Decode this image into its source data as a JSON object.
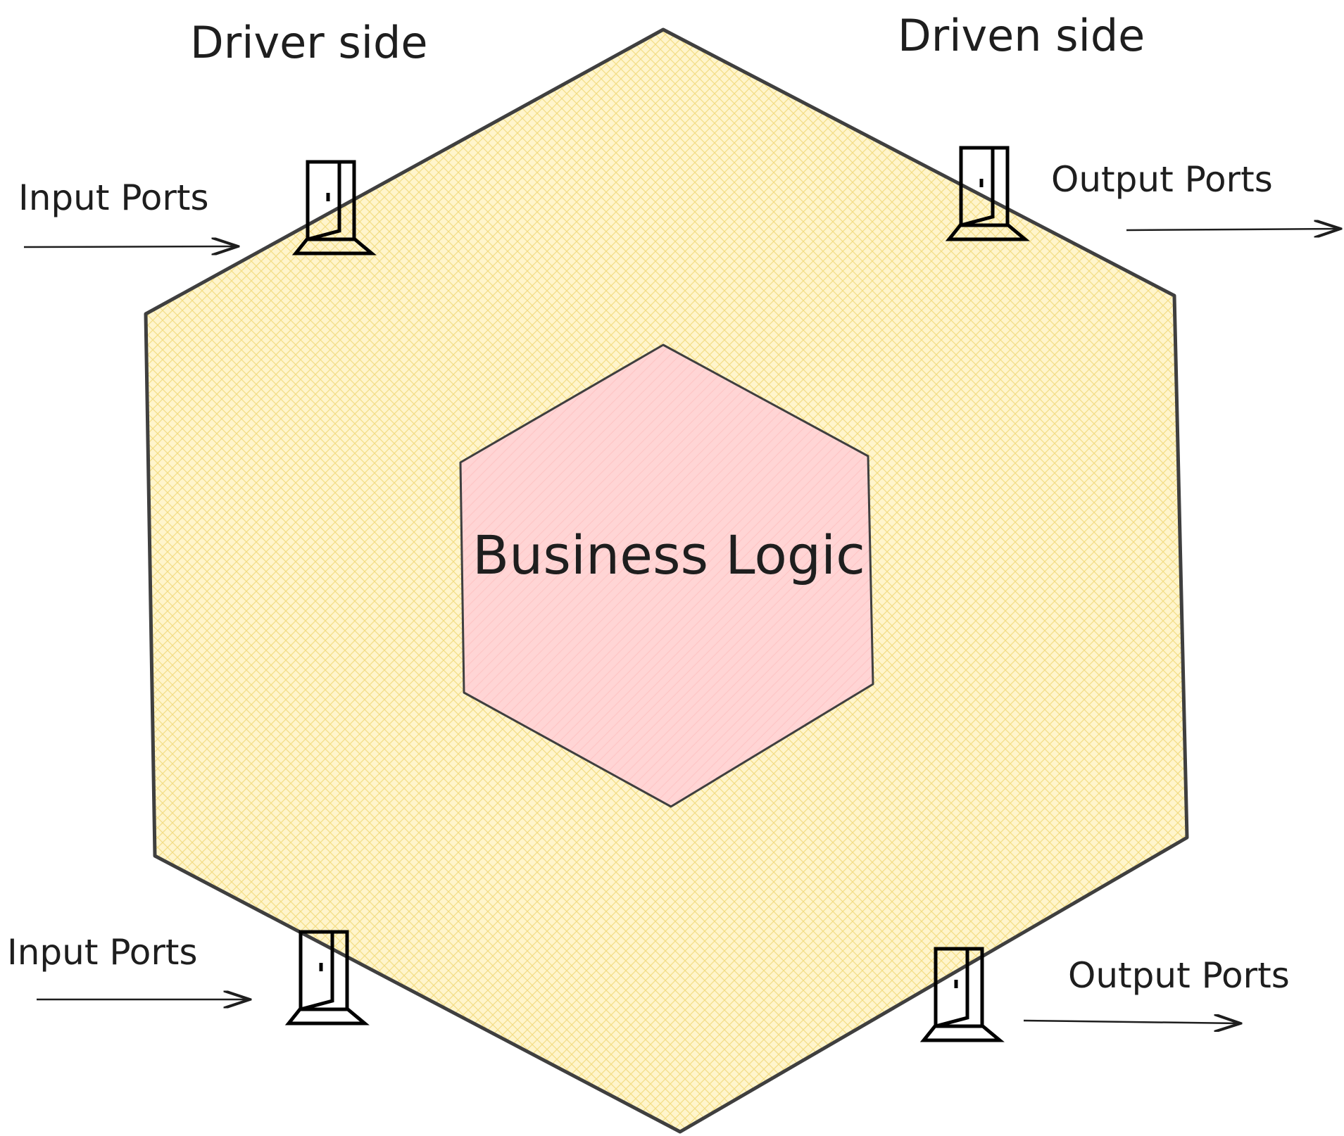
{
  "headings": {
    "driver": "Driver side",
    "driven": "Driven side"
  },
  "core": {
    "label": "Business Logic",
    "fill": "#ffd6d6"
  },
  "outer": {
    "fill": "#fff3c4",
    "hatch": "#f7e08a",
    "stroke": "#3f3f3f"
  },
  "ports": {
    "input_top": "Input Ports",
    "input_bottom": "Input Ports",
    "output_top": "Output Ports",
    "output_bottom": "Output Ports"
  },
  "icons": {
    "door": "door-icon",
    "arrow": "arrow-right-icon"
  }
}
